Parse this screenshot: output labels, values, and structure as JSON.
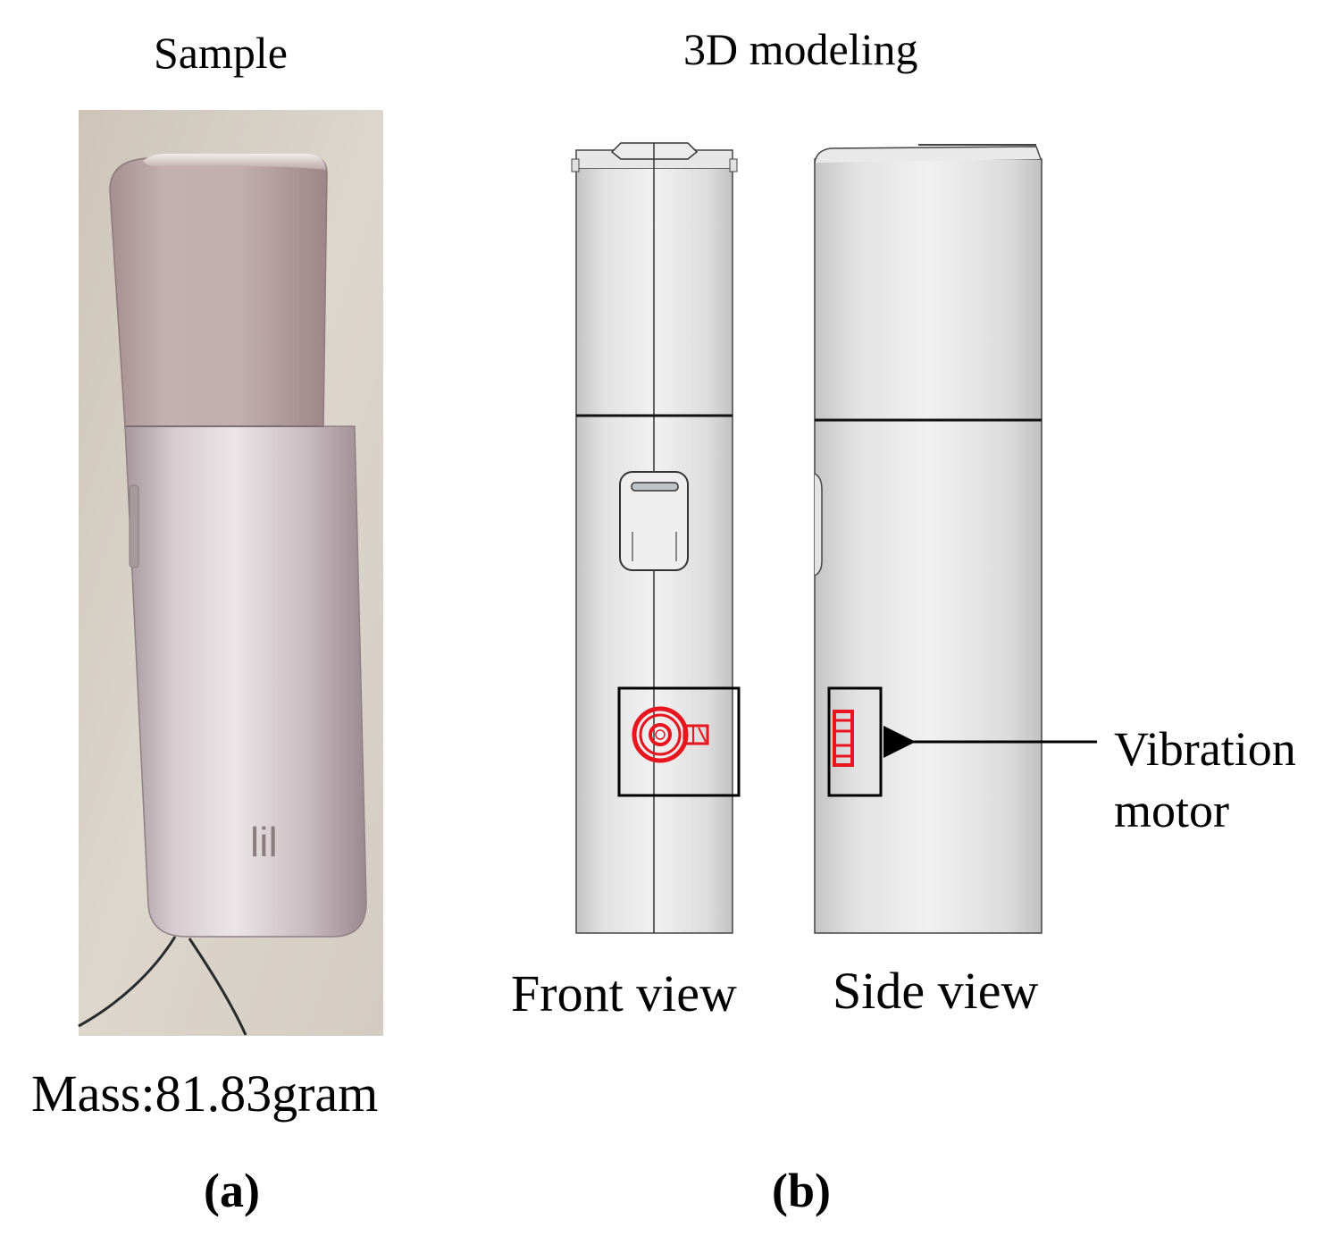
{
  "panel_a": {
    "heading": "Sample",
    "device_logo": "lil",
    "mass_text": "Mass:81.83gram",
    "caption": "(a)"
  },
  "panel_b": {
    "heading": "3D modeling",
    "front_label": "Front view",
    "side_label": "Side view",
    "callout_line1": "Vibration",
    "callout_line2": "motor",
    "caption": "(b)"
  },
  "colors": {
    "highlight": "#e8141e",
    "cap_pink": "#c3aeae",
    "body_metal": "#c8bcc0",
    "photo_bg": "#d9d2c9"
  }
}
